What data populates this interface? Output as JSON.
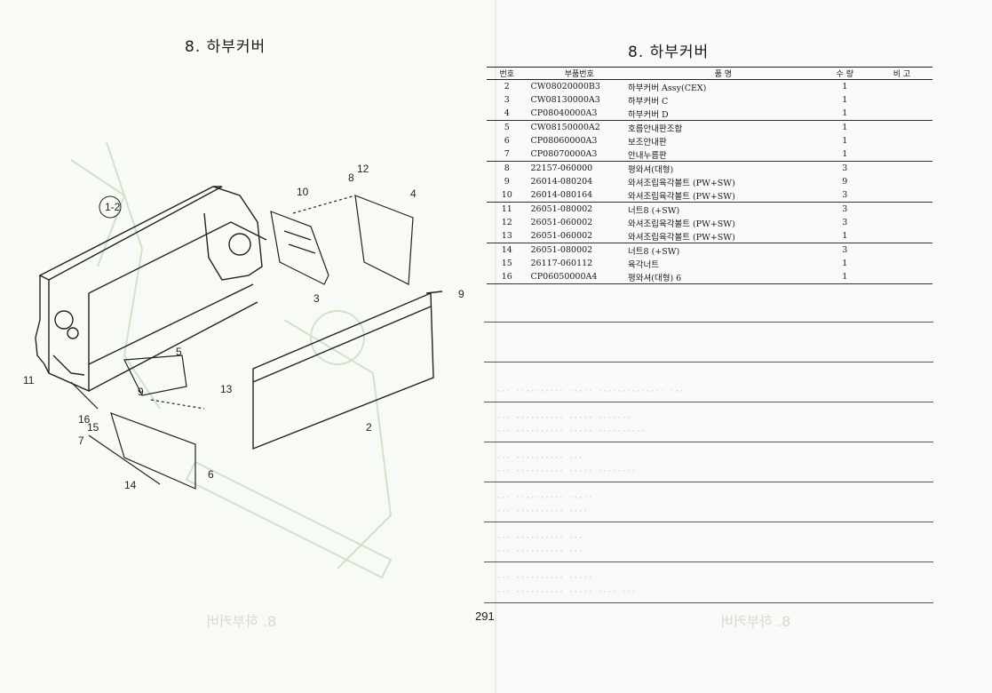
{
  "left_page": {
    "title": "8. 하부커버",
    "callouts": [
      "1-2",
      "12",
      "8",
      "10",
      "4",
      "3",
      "5",
      "9",
      "9",
      "13",
      "11",
      "16",
      "15",
      "7",
      "6",
      "14",
      "2"
    ],
    "ghost_title": "8. 하부커버"
  },
  "right_page": {
    "title": "8. 하부커버",
    "page_number": "291",
    "ghost_title": "8. 하부커버",
    "table": {
      "headers": [
        "번호",
        "부품번호",
        "품          명",
        "수 량",
        "비 고"
      ],
      "rows": [
        {
          "no": "2",
          "code": "CW08020000B3",
          "name": "하부커버 Assy(CEX)",
          "qty": "1"
        },
        {
          "no": "3",
          "code": "CW08130000A3",
          "name": "하부커버 C",
          "qty": "1"
        },
        {
          "no": "4",
          "code": "CP08040000A3",
          "name": "하부커버 D",
          "qty": "1"
        },
        {
          "no": "5",
          "code": "CW08150000A2",
          "name": "호름안내판조합",
          "qty": "1"
        },
        {
          "no": "6",
          "code": "CP08060000A3",
          "name": "보조안내판",
          "qty": "1"
        },
        {
          "no": "7",
          "code": "CP08070000A3",
          "name": "안내누름판",
          "qty": "1"
        },
        {
          "no": "8",
          "code": "22157-060000",
          "name": "평와셔(대형)",
          "qty": "3"
        },
        {
          "no": "9",
          "code": "26014-080204",
          "name": "와셔조립육각볼트 (PW+SW)",
          "qty": "9"
        },
        {
          "no": "10",
          "code": "26014-080164",
          "name": "와셔조립육각볼트 (PW+SW)",
          "qty": "3"
        },
        {
          "no": "11",
          "code": "26051-080002",
          "name": "너트8 (+SW)",
          "qty": "3"
        },
        {
          "no": "12",
          "code": "26051-060002",
          "name": "와셔조립육각볼트 (PW+SW)",
          "qty": "3"
        },
        {
          "no": "13",
          "code": "26051-060002",
          "name": "와셔조립육각볼트 (PW+SW)",
          "qty": "1"
        },
        {
          "no": "14",
          "code": "26051-080002",
          "name": "너트8 (+SW)",
          "qty": "3"
        },
        {
          "no": "15",
          "code": "26117-060112",
          "name": "육각너트",
          "qty": "1"
        },
        {
          "no": "16",
          "code": "CP06050000A4",
          "name": "평와셔(대형) 6",
          "qty": "1"
        }
      ]
    }
  }
}
